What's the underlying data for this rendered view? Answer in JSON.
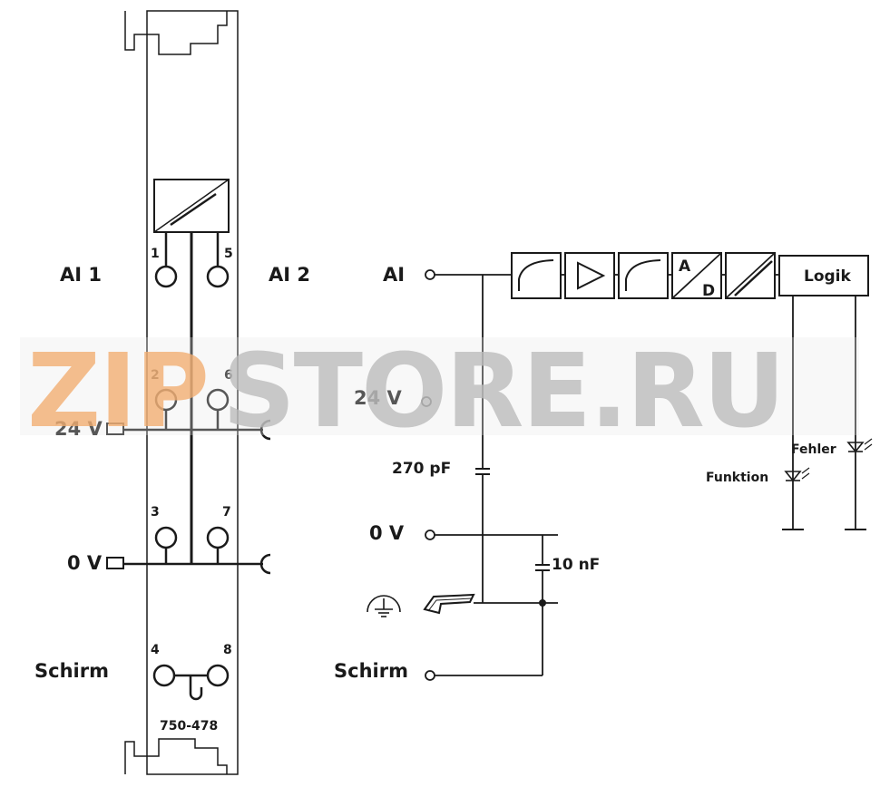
{
  "module": {
    "part_number": "750-478",
    "terminal_numbers": [
      "1",
      "5",
      "2",
      "6",
      "3",
      "7",
      "4",
      "8"
    ]
  },
  "left_labels": {
    "ai1": "AI 1",
    "ai2": "AI 2",
    "v24": "24 V",
    "v0": "0 V",
    "schirm": "Schirm"
  },
  "right_labels": {
    "ai": "AI",
    "v24": "24 V",
    "v0": "0 V",
    "schirm": "Schirm",
    "cap_270": "270 pF",
    "cap_10": "10 nF",
    "logic": "Logik",
    "adc_a": "A",
    "adc_d": "D",
    "led_fehler": "Fehler",
    "led_funktion": "Funktion"
  },
  "watermark": {
    "part1": "ZIP",
    "part2": "STORE.RU",
    "color1": "#f2b27a",
    "color2": "#bfbfbf"
  },
  "colors": {
    "line": "#1a1a1a",
    "background": "#ffffff"
  }
}
